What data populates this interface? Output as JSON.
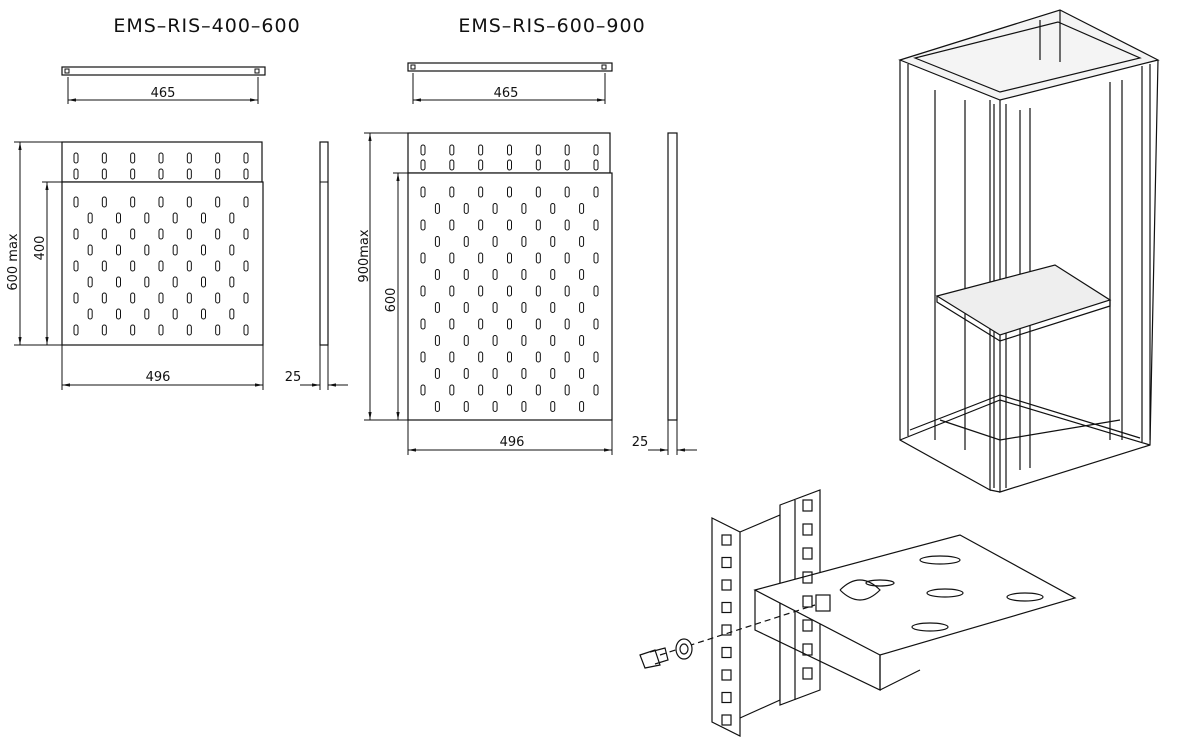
{
  "drawings": [
    {
      "title": "EMS–RIS–400–600",
      "front_width": "465",
      "depth_max": "600 max",
      "depth_min": "400",
      "shelf_width": "496",
      "thickness": "25"
    },
    {
      "title": "EMS–RIS–600–900",
      "front_width": "465",
      "depth_max": "900max",
      "depth_min": "600",
      "shelf_width": "496",
      "thickness": "25"
    }
  ]
}
